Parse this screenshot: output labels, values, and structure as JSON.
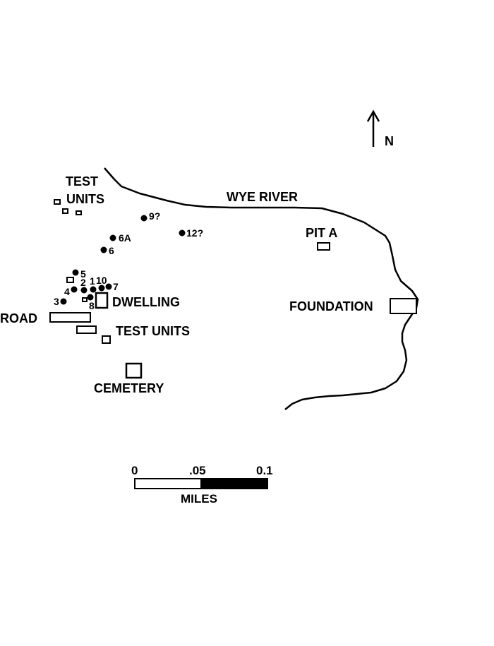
{
  "map": {
    "north_label": "N",
    "river_label": "WYE RIVER",
    "features": {
      "test_units_nw_line1": "TEST",
      "test_units_nw_line2": "UNITS",
      "test_units_south": "TEST UNITS",
      "pit_a": "PIT A",
      "foundation": "FOUNDATION",
      "dwelling": "DWELLING",
      "road": "ROAD",
      "cemetery": "CEMETERY"
    },
    "points": [
      {
        "id": "9?",
        "label": "9?"
      },
      {
        "id": "12?",
        "label": "12?"
      },
      {
        "id": "6A",
        "label": "6A"
      },
      {
        "id": "6",
        "label": "6"
      },
      {
        "id": "5",
        "label": "5"
      },
      {
        "id": "2",
        "label": "2"
      },
      {
        "id": "1",
        "label": "1"
      },
      {
        "id": "10",
        "label": "10"
      },
      {
        "id": "7",
        "label": "7"
      },
      {
        "id": "4",
        "label": "4"
      },
      {
        "id": "3",
        "label": "3"
      },
      {
        "id": "8",
        "label": "8"
      }
    ],
    "scale_bar": {
      "ticks": [
        "0",
        ".05",
        "0.1"
      ],
      "unit": "MILES",
      "colors": [
        "#ffffff",
        "#000000"
      ]
    }
  }
}
